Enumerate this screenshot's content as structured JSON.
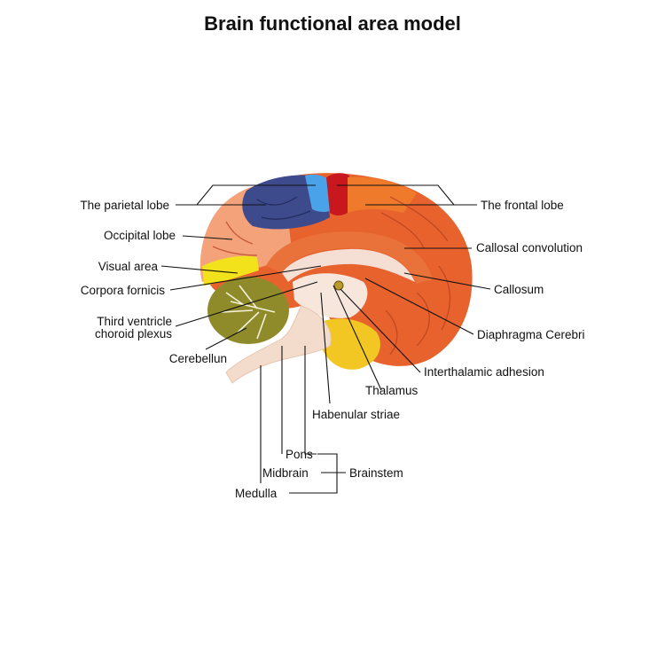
{
  "title": "Brain functional area model",
  "labels": {
    "parietal_lobe": "The parietal lobe",
    "frontal_lobe": "The frontal lobe",
    "occipital_lobe": "Occipital lobe",
    "callosal_convolution": "Callosal convolution",
    "visual_area": "Visual area",
    "callosum": "Callosum",
    "corpora_fornicis": "Corpora fornicis",
    "third_ventricle_1": "Third ventricle",
    "third_ventricle_2": "choroid plexus",
    "diaphragma_cerebri": "Diaphragma Cerebri",
    "cerebellun": "Cerebellun",
    "interthalamic_adhesion": "Interthalamic adhesion",
    "thalamus": "Thalamus",
    "habenular_striae": "Habenular striae",
    "pons": "Pons",
    "midbrain": "Midbrain",
    "medulla": "Medulla",
    "brainstem": "Brainstem"
  },
  "colors": {
    "parietal": "#3d4a8c",
    "parietal_light": "#4aa3e8",
    "frontal": "#f07a2c",
    "frontal_red": "#c8181e",
    "occipital": "#f3a27a",
    "callosal": "#e9723a",
    "visual": "#f2e21c",
    "cerebellum": "#8f8a2a",
    "brainstem": "#f3dccb",
    "pituitary": "#f2c623"
  }
}
